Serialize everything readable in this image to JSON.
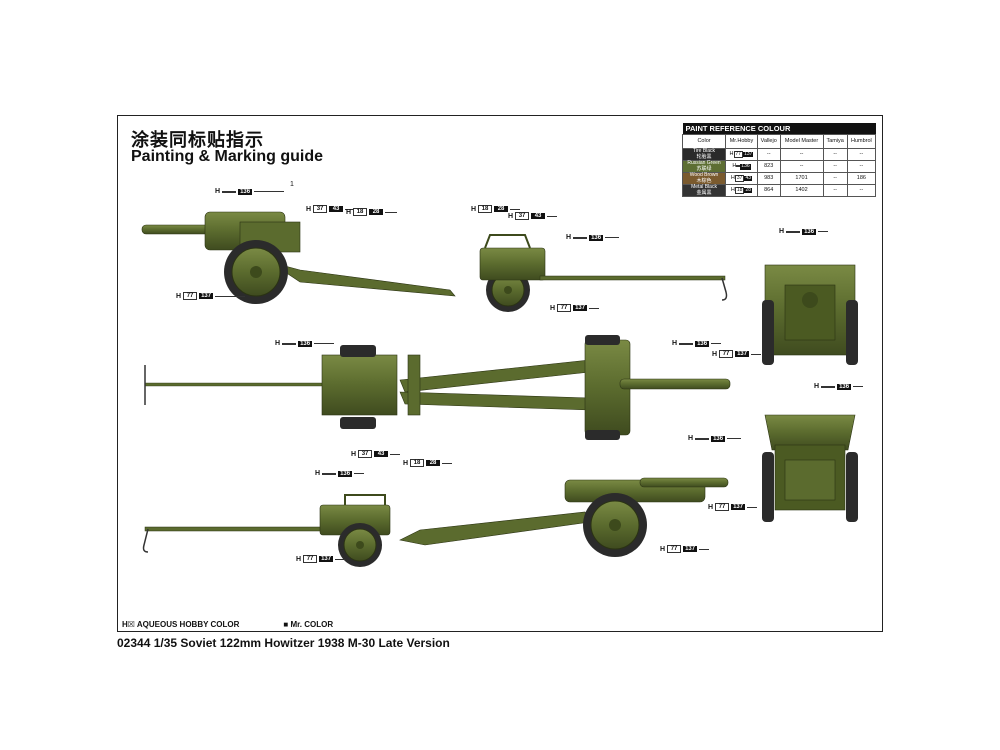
{
  "header": {
    "title_cn": "涂装同标贴指示",
    "title_en": "Painting & Marking guide"
  },
  "paint_table": {
    "title": "PAINT REFERENCE COLOUR",
    "columns": [
      "Color",
      "Mr.Hobby",
      "Vallejo",
      "Model Master",
      "Tamiya",
      "Humbrol"
    ],
    "rows": [
      {
        "color_en": "Tire Black",
        "color_cn": "轮胎黑",
        "swatch": "#2a2a2a",
        "h": "77",
        "m": "137",
        "vallejo": "--",
        "model_master": "--",
        "tamiya": "--",
        "humbrol": "--"
      },
      {
        "color_en": "Russian Green",
        "color_cn": "苏联绿",
        "swatch": "#5d6e33",
        "h": "",
        "m": "136",
        "vallejo": "823",
        "model_master": "--",
        "tamiya": "--",
        "humbrol": "--"
      },
      {
        "color_en": "Wood Brown",
        "color_cn": "木棕色",
        "swatch": "#7a5a2e",
        "h": "37",
        "m": "43",
        "vallejo": "983",
        "model_master": "1701",
        "tamiya": "--",
        "humbrol": "186"
      },
      {
        "color_en": "Metal Black",
        "color_cn": "金属黑",
        "swatch": "#333333",
        "h": "18",
        "m": "28",
        "vallejo": "864",
        "model_master": "1402",
        "tamiya": "--",
        "humbrol": "--"
      }
    ]
  },
  "callouts": [
    {
      "id": "c1",
      "h": "",
      "m": "136"
    },
    {
      "id": "c2",
      "h": "37",
      "m": "43"
    },
    {
      "id": "c3",
      "h": "18",
      "m": "28"
    },
    {
      "id": "c4",
      "h": "18",
      "m": "28"
    },
    {
      "id": "c5",
      "h": "37",
      "m": "43"
    },
    {
      "id": "c6",
      "h": "",
      "m": "136"
    },
    {
      "id": "c7",
      "h": "77",
      "m": "137"
    },
    {
      "id": "c8",
      "h": "77",
      "m": "137"
    },
    {
      "id": "c9",
      "h": "",
      "m": "136"
    },
    {
      "id": "c10",
      "h": "",
      "m": "136"
    },
    {
      "id": "c11",
      "h": "",
      "m": "136"
    },
    {
      "id": "c12",
      "h": "77",
      "m": "137"
    },
    {
      "id": "c13",
      "h": "",
      "m": "136"
    },
    {
      "id": "c14",
      "h": "37",
      "m": "43"
    },
    {
      "id": "c15",
      "h": "18",
      "m": "28"
    },
    {
      "id": "c16",
      "h": "",
      "m": "136"
    },
    {
      "id": "c17",
      "h": "",
      "m": "136"
    },
    {
      "id": "c18",
      "h": "77",
      "m": "137"
    },
    {
      "id": "c19",
      "h": "77",
      "m": "137"
    },
    {
      "id": "c20",
      "h": "77",
      "m": "137"
    }
  ],
  "part_number": "1",
  "legend": {
    "aqueous": "H☒ AQUEOUS HOBBY COLOR",
    "mr": "■ Mr. COLOR"
  },
  "footer": "02344 1/35  Soviet 122mm Howitzer 1938 M-30 Late Version",
  "colors": {
    "green": "#5b6b2e",
    "dark_green": "#3d4a1c",
    "tire": "#2b2b2b"
  }
}
